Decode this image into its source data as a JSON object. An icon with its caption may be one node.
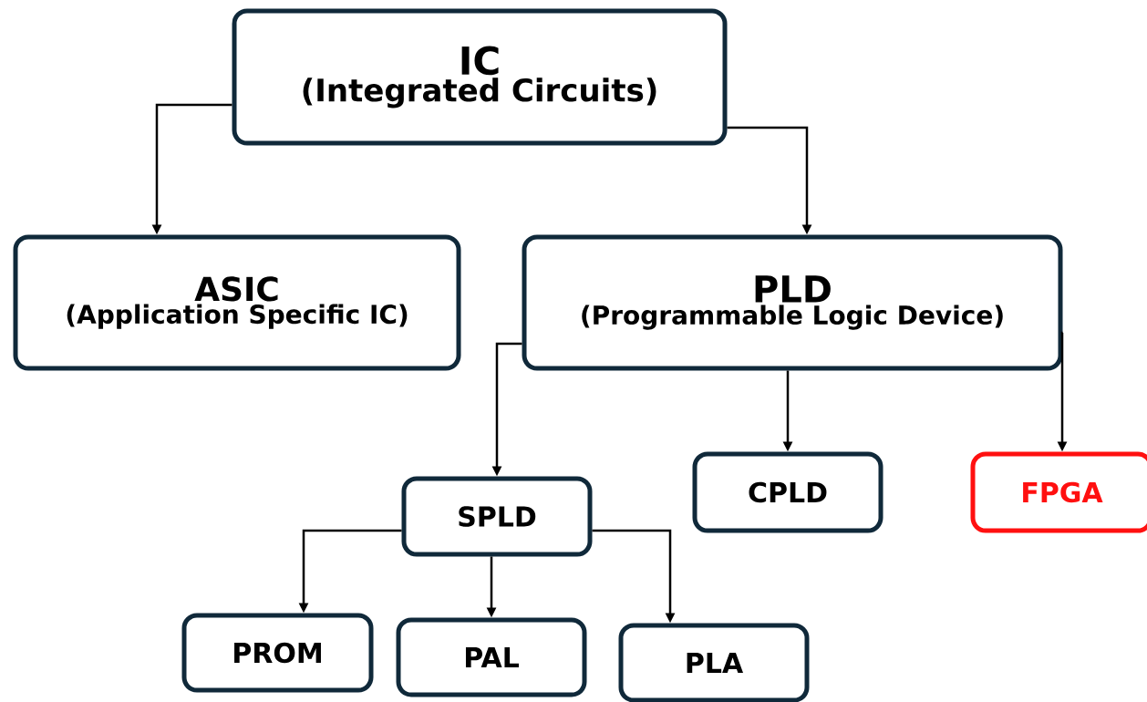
{
  "diagram": {
    "nodes": [
      {
        "text": [
          "IC",
          "(Integrated Circuits)"
        ]
      },
      {
        "text": [
          "ASIC",
          "(Application Specific IC)"
        ]
      },
      {
        "text": [
          "PLD",
          "(Programmable Logic Device)"
        ]
      },
      {
        "text": [
          "SPLD"
        ]
      },
      {
        "text": [
          "CPLD"
        ]
      },
      {
        "text": [
          "FPGA"
        ]
      },
      {
        "text": [
          "PROM"
        ]
      },
      {
        "text": [
          "PAL"
        ]
      },
      {
        "text": [
          "PLA"
        ]
      }
    ],
    "edges": [
      {
        "from": 0,
        "to": 1,
        "arrow": "to"
      },
      {
        "from": 0,
        "to": 2,
        "arrow": "to"
      },
      {
        "from": 2,
        "to": 3,
        "arrow": "to"
      },
      {
        "from": 2,
        "to": 4,
        "arrow": "to"
      },
      {
        "from": 2,
        "to": 5,
        "arrow": "to"
      },
      {
        "from": 3,
        "to": 6,
        "arrow": "to"
      },
      {
        "from": 3,
        "to": 7,
        "arrow": "to"
      },
      {
        "from": 3,
        "to": 8,
        "arrow": "to"
      }
    ]
  }
}
